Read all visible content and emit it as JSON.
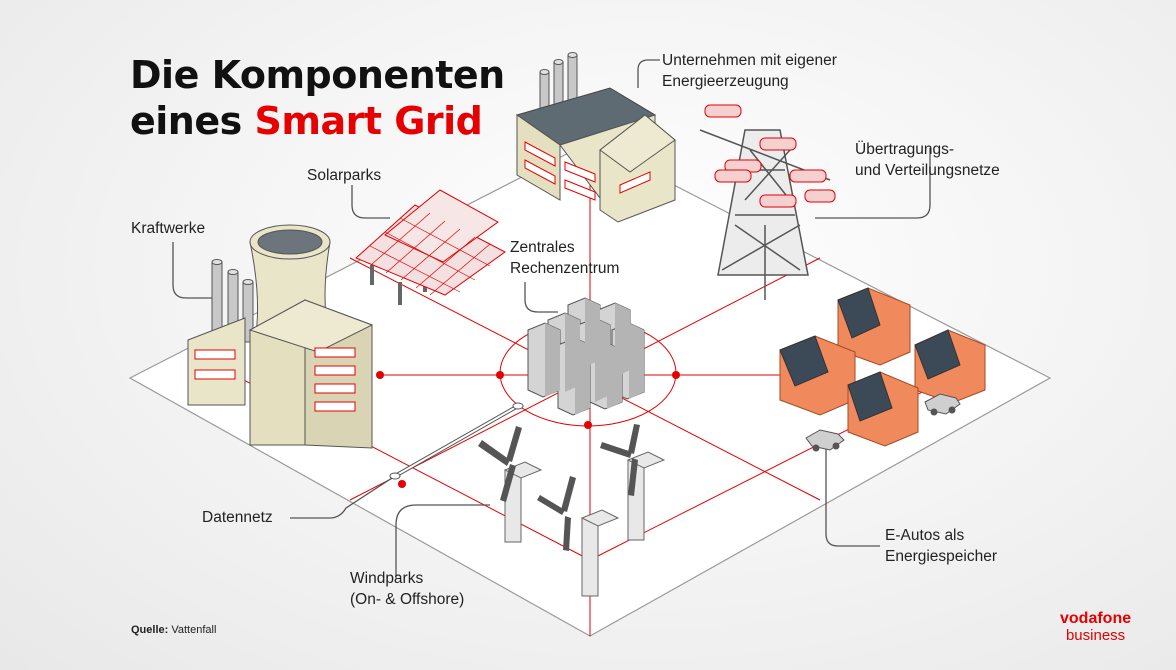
{
  "title": {
    "line1": "Die Komponenten",
    "line2_prefix": "eines",
    "line2_accent": "Smart Grid"
  },
  "labels": {
    "unternehmen": [
      "Unternehmen mit eigener",
      "Energieerzeugung"
    ],
    "uebertragung": [
      "Übertragungs-",
      "und Verteilungsnetze"
    ],
    "solarparks": [
      "Solarparks"
    ],
    "kraftwerke": [
      "Kraftwerke"
    ],
    "rechenzentrum": [
      "Zentrales",
      "Rechenzentrum"
    ],
    "datennetz": [
      "Datennetz"
    ],
    "windparks": [
      "Windparks",
      "(On- & Offshore)"
    ],
    "eautos": [
      "E-Autos als",
      "Energiespeicher"
    ]
  },
  "source": {
    "label": "Quelle:",
    "value": "Vattenfall"
  },
  "brand": {
    "line1": "vodafone",
    "line2": "business"
  },
  "colors": {
    "accent": "#e60000",
    "building": "#e9e5c8",
    "roof": "#5e6b73",
    "house": "#f08a5d",
    "grid_line": "#e60000"
  }
}
